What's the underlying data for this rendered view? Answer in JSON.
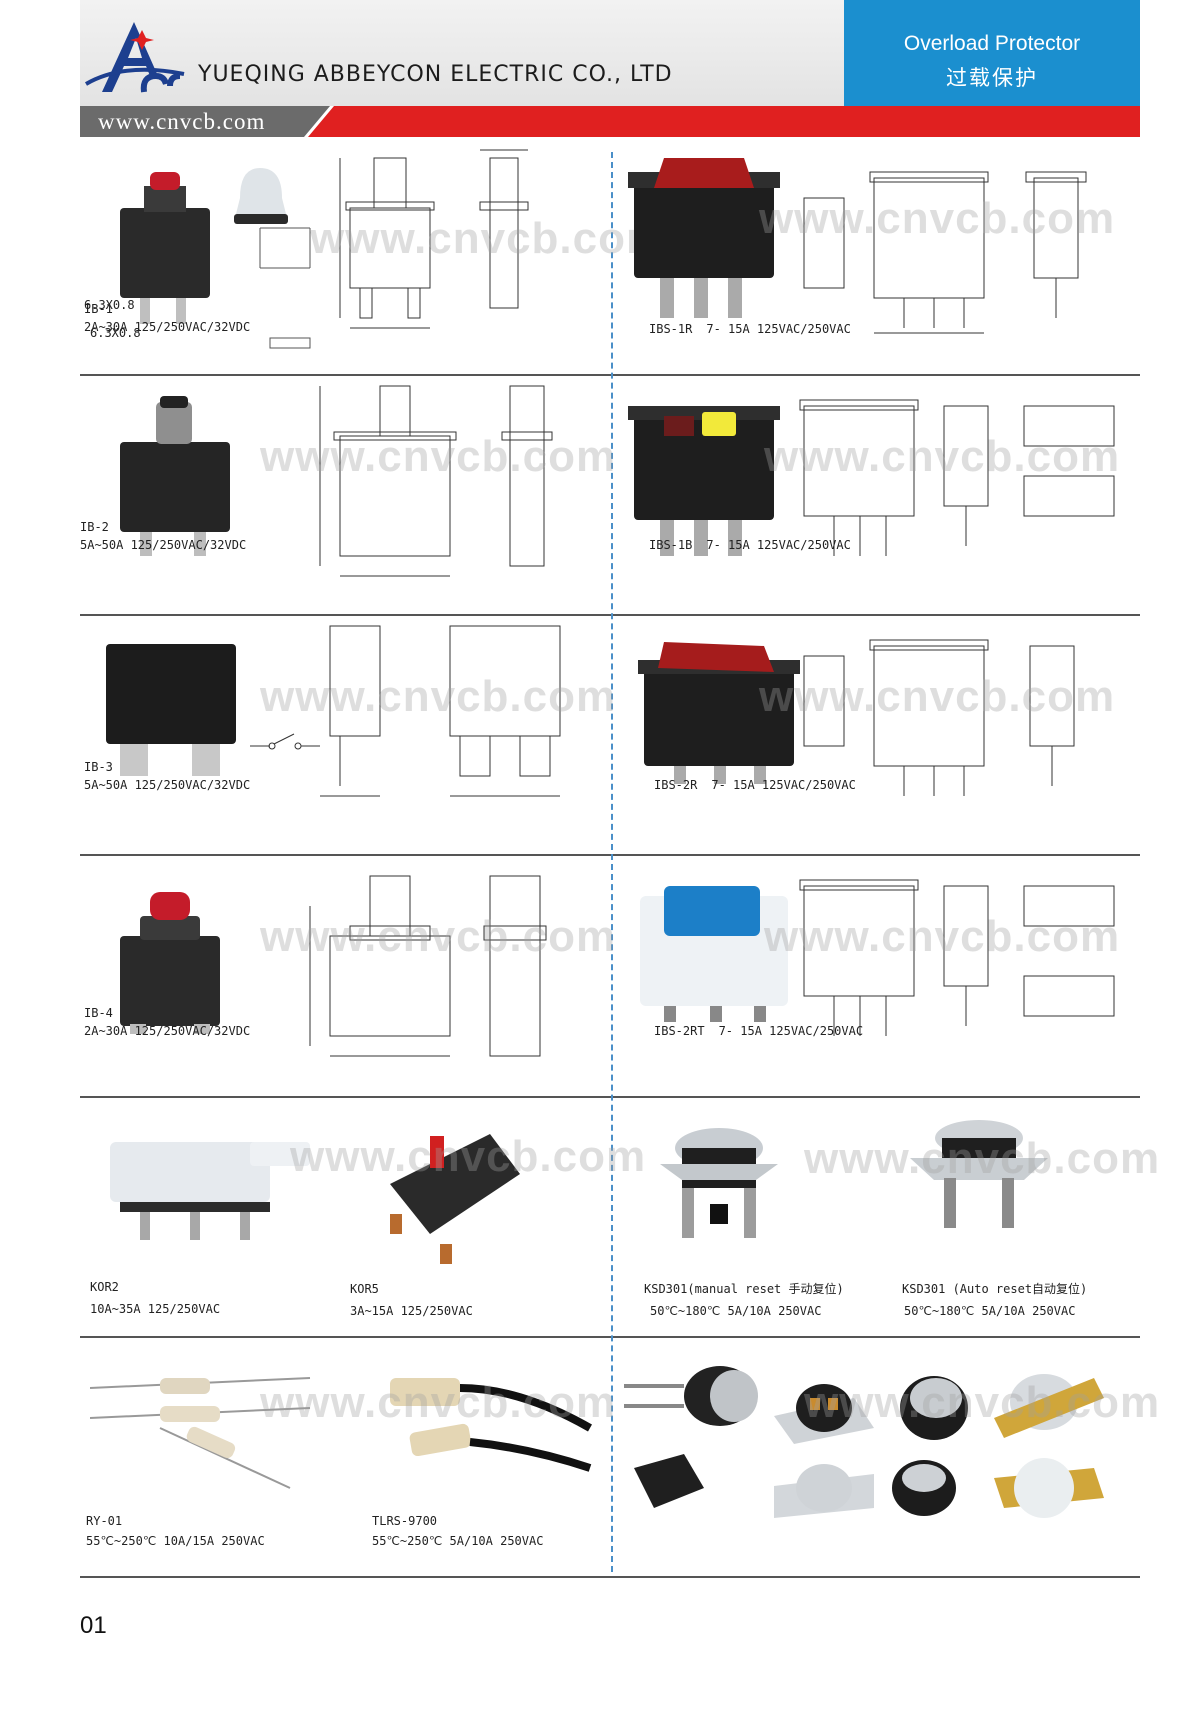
{
  "header": {
    "company": "YUEQING ABBEYCON ELECTRIC CO., LTD",
    "website": "www.cnvcb.com",
    "category_en": "Overload Protector",
    "category_cn": "过载保护",
    "logo_text": "Abc"
  },
  "watermark": "www.cnvcb.com",
  "colors": {
    "blue": "#1b8fcf",
    "red": "#e02020",
    "gray_bar": "#6b6b6b",
    "logo_blue": "#1d3f8f"
  },
  "products": {
    "ib1": {
      "name": "IB-1",
      "spec": "2A~30A 125/250VAC/32VDC",
      "dim_a": "6.3X0.8",
      "dim_b": "6.3X0.8"
    },
    "ibs1r": {
      "name": "IBS-1R",
      "spec": "7- 15A 125VAC/250VAC"
    },
    "ib2": {
      "name": "IB-2",
      "spec": "5A~50A 125/250VAC/32VDC"
    },
    "ibs1b": {
      "name": "IBS-1B",
      "spec": "7- 15A 125VAC/250VAC"
    },
    "ib3": {
      "name": "IB-3",
      "spec": "5A~50A 125/250VAC/32VDC"
    },
    "ibs2r": {
      "name": "IBS-2R",
      "spec": "7- 15A 125VAC/250VAC"
    },
    "ib4": {
      "name": "IB-4",
      "spec": "2A~30A 125/250VAC/32VDC"
    },
    "ibs2rt": {
      "name": "IBS-2RT",
      "spec": "7- 15A 125VAC/250VAC"
    },
    "kor2": {
      "name": "KOR2",
      "spec": "10A~35A 125/250VAC"
    },
    "kor5": {
      "name": "KOR5",
      "spec": "3A~15A 125/250VAC"
    },
    "ksd_manual": {
      "name": "KSD301(manual reset 手动复位)",
      "spec": "50℃~180℃ 5A/10A 250VAC"
    },
    "ksd_auto": {
      "name": "KSD301 (Auto reset自动复位)",
      "spec": "50℃~180℃ 5A/10A 250VAC"
    },
    "ry01": {
      "name": "RY-01",
      "spec": "55℃~250℃ 10A/15A 250VAC"
    },
    "tlrs": {
      "name": "TLRS-9700",
      "spec": "55℃~250℃ 5A/10A 250VAC"
    }
  },
  "page_number": "01"
}
